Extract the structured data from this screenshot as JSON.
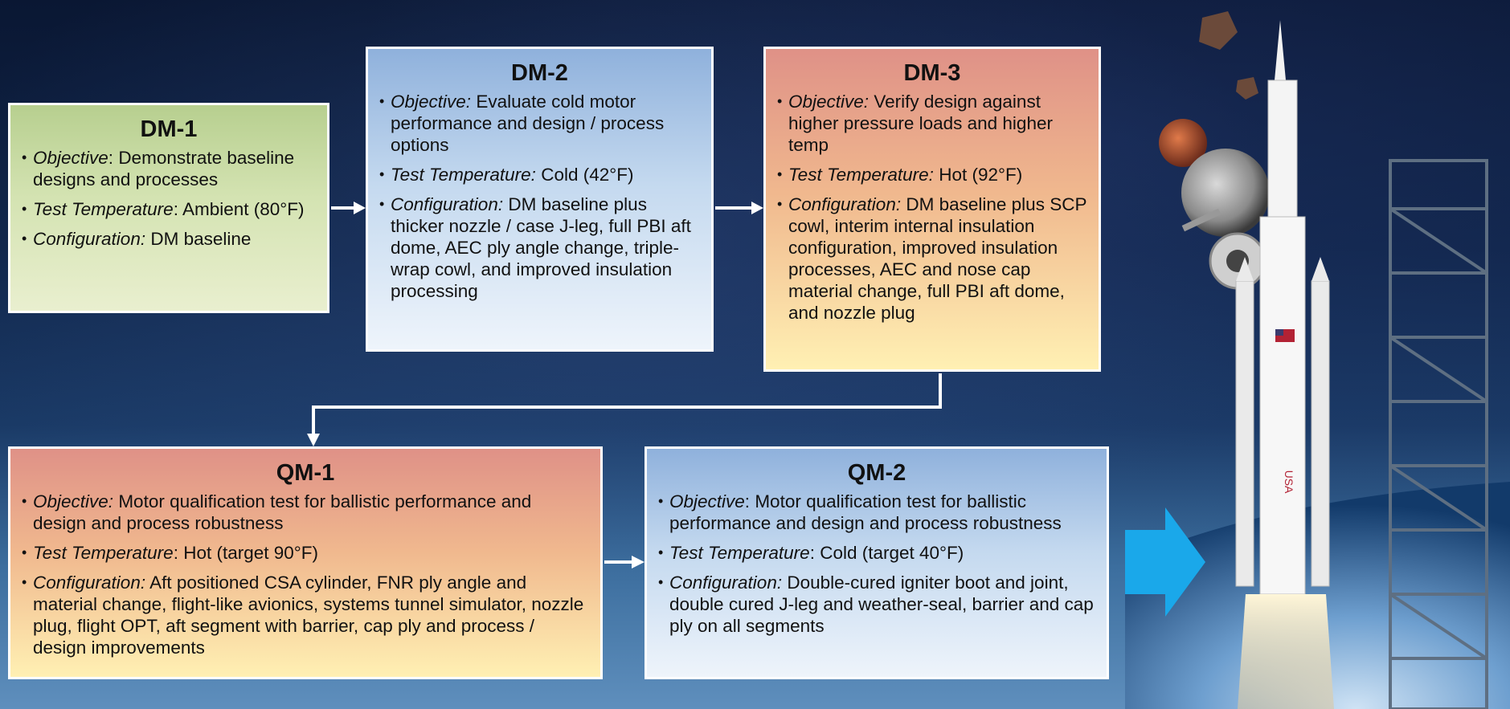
{
  "boxes": {
    "dm1": {
      "title": "DM-1",
      "items": [
        {
          "key": "Objective",
          "sep": ": ",
          "value": "Demonstrate baseline designs and processes"
        },
        {
          "key": "Test Temperature",
          "sep": ": ",
          "value": "Ambient (80°F)"
        },
        {
          "key": "Configuration:",
          "sep": " ",
          "value": "DM baseline"
        }
      ]
    },
    "dm2": {
      "title": "DM-2",
      "items": [
        {
          "key": "Objective:",
          "sep": " ",
          "value": "Evaluate cold motor performance and  design / process options"
        },
        {
          "key": "Test Temperature:",
          "sep": " ",
          "value": "Cold (42°F)"
        },
        {
          "key": "Configuration:",
          "sep": " ",
          "value": "DM baseline plus thicker nozzle  / case J-leg, full PBI aft dome, AEC ply angle change, triple-wrap cowl, and improved insulation processing"
        }
      ]
    },
    "dm3": {
      "title": "DM-3",
      "items": [
        {
          "key": "Objective:",
          "sep": " ",
          "value": "Verify design against higher pressure loads and higher temp"
        },
        {
          "key": "Test Temperature:",
          "sep": " ",
          "value": "Hot (92°F)"
        },
        {
          "key": "Configuration:",
          "sep": " ",
          "value": "DM baseline plus SCP cowl, interim internal insulation configuration, improved insulation processes, AEC and nose cap material change, full PBI aft dome, and nozzle  plug"
        }
      ]
    },
    "qm1": {
      "title": "QM-1",
      "items": [
        {
          "key": "Objective:",
          "sep": " ",
          "value": "Motor qualification test for ballistic performance and design and process robustness"
        },
        {
          "key": "Test Temperature",
          "sep": ": ",
          "value": "Hot (target 90°F)"
        },
        {
          "key": "Configuration:",
          "sep": " ",
          "value": "Aft positioned CSA cylinder, FNR ply angle and material change, flight-like avionics, systems tunnel simulator, nozzle plug, flight OPT, aft segment with barrier, cap ply and process / design improvements"
        }
      ]
    },
    "qm2": {
      "title": "QM-2",
      "items": [
        {
          "key": "Objective",
          "sep": ": ",
          "value": "Motor qualification test for ballistic performance and design and process robustness"
        },
        {
          "key": "Test Temperature",
          "sep": ": ",
          "value": "Cold (target 40°F)"
        },
        {
          "key": "Configuration:",
          "sep": " ",
          "value": "Double-cured  igniter boot and joint, double cured J-leg and weather-seal, barrier and cap ply on all segments"
        }
      ]
    }
  },
  "rocket": {
    "flag_text": "USA"
  },
  "colors": {
    "green": "#c9dca6",
    "blue": "#a9c6e8",
    "warm": "#efb08a",
    "big_arrow": "#1aa8ea"
  },
  "icons": [
    "arrow-right-icon",
    "elbow-arrow-icon",
    "big-blue-arrow-icon",
    "rocket-illustration",
    "planet-illustration",
    "moon-illustration",
    "capsule-illustration",
    "asteroid-illustration"
  ]
}
